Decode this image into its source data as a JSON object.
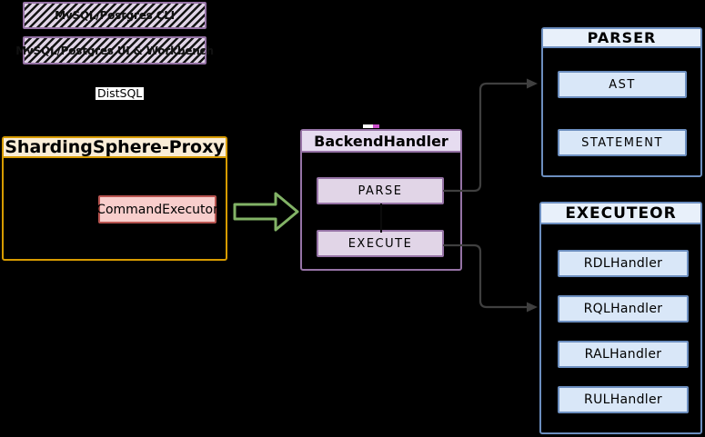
{
  "diagram": {
    "clients": [
      {
        "label": "MySQL/Postgres CLI"
      },
      {
        "label": "MySQL/Postgres UI & Workbench"
      }
    ],
    "edge_label": "DistSQL",
    "proxy": {
      "title": "ShardingSphere-Proxy",
      "command_executor_label": "CommandExecutor"
    },
    "backend_handler": {
      "title": "BackendHandler",
      "steps": [
        {
          "label": "PARSE"
        },
        {
          "label": "EXECUTE"
        }
      ]
    },
    "parser": {
      "title": "PARSER",
      "items": [
        {
          "label": "AST"
        },
        {
          "label": "STATEMENT"
        }
      ]
    },
    "executor": {
      "title": "EXECUTEOR",
      "items": [
        {
          "label": "RDLHandler"
        },
        {
          "label": "RQLHandler"
        },
        {
          "label": "RALHandler"
        },
        {
          "label": "RULHandler"
        }
      ]
    },
    "colors": {
      "background": "#000000",
      "lavender_fill": "#E1D5E7",
      "purple_border": "#9673A6",
      "blue_fill": "#D9E7F8",
      "blue_header_fill": "#E8F0FA",
      "blue_border": "#6C8EBF",
      "cream_fill": "#FAEDD7",
      "orange_border": "#D79B00",
      "pink_fill": "#F8CECC",
      "red_border": "#B85450",
      "green_arrow": "#82B366",
      "connector_gray": "#3F3F3F"
    }
  }
}
